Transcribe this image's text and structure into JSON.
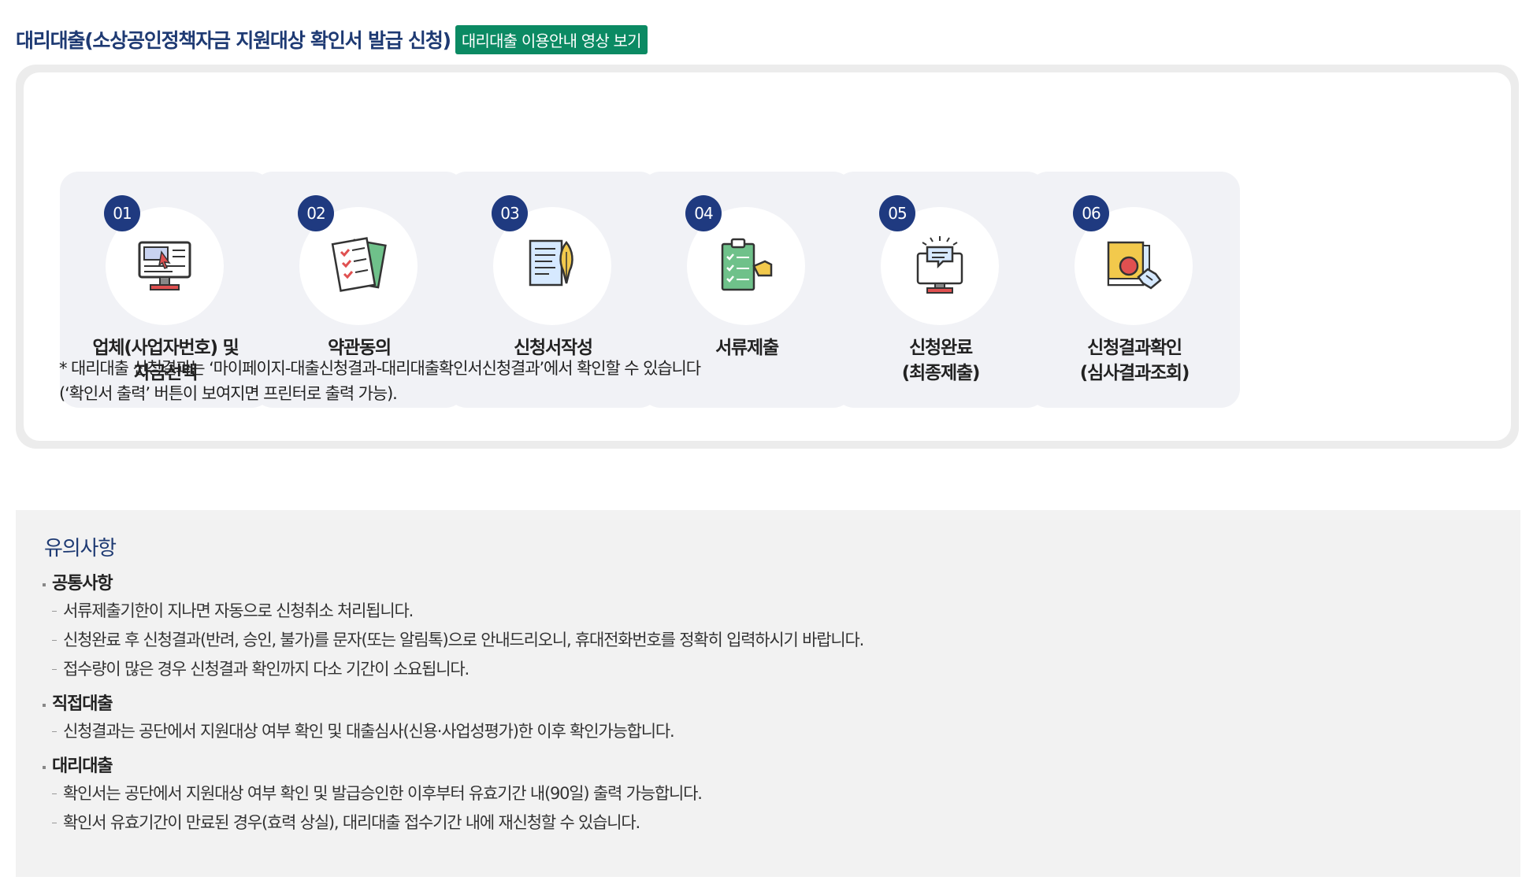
{
  "header": {
    "title": "대리대출(소상공인정책자금 지원대상 확인서 발급 신청)",
    "video_button": "대리대출 이용안내 영상 보기"
  },
  "steps": [
    {
      "number": "01",
      "icon": "computer-select-icon",
      "label_lines": [
        "업체(사업자번호) 및",
        "자금선택"
      ]
    },
    {
      "number": "02",
      "icon": "checklist-documents-icon",
      "label_lines": [
        "약관동의"
      ]
    },
    {
      "number": "03",
      "icon": "document-pen-icon",
      "label_lines": [
        "신청서작성"
      ]
    },
    {
      "number": "04",
      "icon": "clipboard-submit-icon",
      "label_lines": [
        "서류제출"
      ]
    },
    {
      "number": "05",
      "icon": "monitor-notification-icon",
      "label_lines": [
        "신청완료",
        "(최종제출)"
      ]
    },
    {
      "number": "06",
      "icon": "book-seal-handshake-icon",
      "label_lines": [
        "신청결과확인",
        "(심사결과조회)"
      ]
    }
  ],
  "steps_note": {
    "line1": "* 대리대출 신청결과는 ‘마이페이지-대출신청결과-대리대출확인서신청결과’에서 확인할 수 있습니다",
    "line2": "(‘확인서 출력’ 버튼이 보여지면 프린터로 출력 가능)."
  },
  "notice": {
    "title": "유의사항",
    "sections": [
      {
        "heading": "공통사항",
        "items": [
          "서류제출기한이 지나면 자동으로 신청취소 처리됩니다.",
          "신청완료 후 신청결과(반려, 승인, 불가)를 문자(또는 알림톡)으로 안내드리오니, 휴대전화번호를 정확히 입력하시기 바랍니다.",
          "접수량이 많은 경우 신청결과 확인까지 다소 기간이 소요됩니다."
        ]
      },
      {
        "heading": "직접대출",
        "items": [
          "신청결과는 공단에서 지원대상 여부 확인 및 대출심사(신용·사업성평가)한 이후 확인가능합니다."
        ]
      },
      {
        "heading": "대리대출",
        "items": [
          "확인서는 공단에서 지원대상 여부 확인 및 발급승인한 이후부터 유효기간 내(90일) 출력 가능합니다.",
          "확인서 유효기간이 만료된 경우(효력 상실), 대리대출 접수기간 내에 재신청할 수 있습니다."
        ]
      }
    ]
  },
  "colors": {
    "title": "#1e3a73",
    "video_button_bg": "#0b8a63",
    "step_number_bg": "#1f3a80",
    "step_card_bg": "#f1f2f6",
    "notice_bg": "#f2f2f2"
  }
}
